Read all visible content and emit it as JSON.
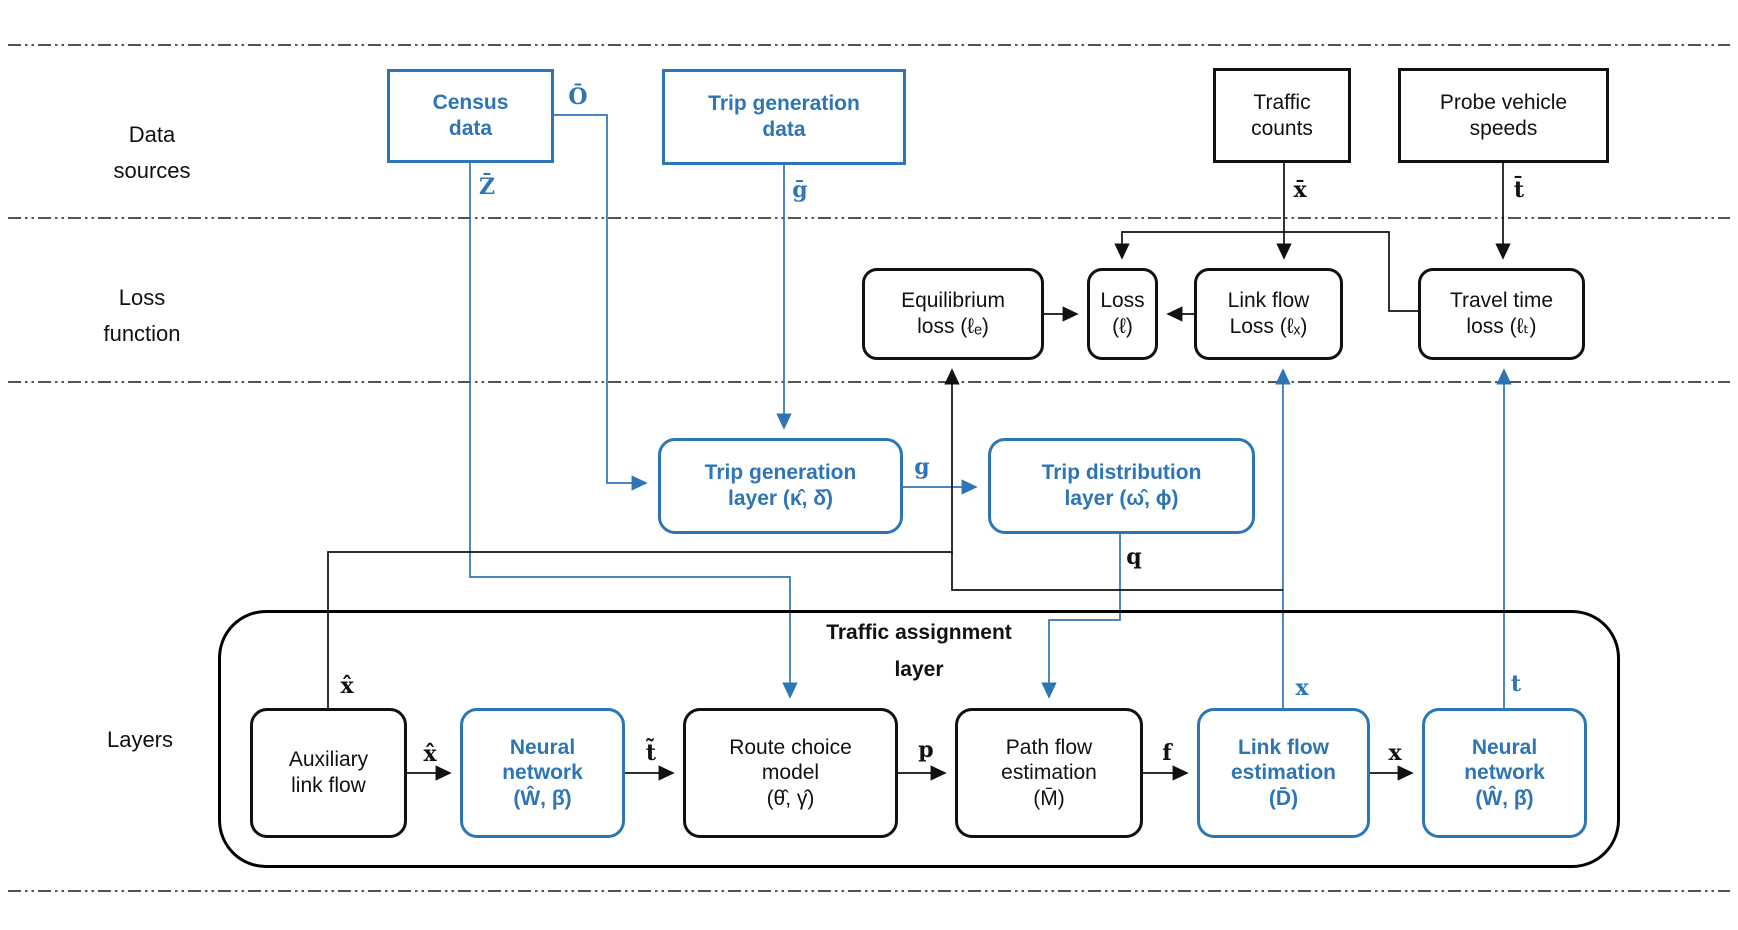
{
  "colors": {
    "accent_blue": "#2E75B6",
    "line_black": "#111111",
    "separator": "#3a3a3a",
    "background": "#ffffff"
  },
  "row_labels": {
    "data_sources": "Data\nsources",
    "loss_function": "Loss\nfunction",
    "layers": "Layers"
  },
  "data_sources": {
    "census": "Census\ndata",
    "trip_generation_data": "Trip generation\ndata",
    "traffic_counts": "Traffic\ncounts",
    "probe_vehicle_speeds": "Probe vehicle\nspeeds"
  },
  "loss_row": {
    "equilibrium_loss": "Equilibrium\nloss (ℓₑ)",
    "loss": "Loss\n(ℓ)",
    "link_flow_loss": "Link flow\nLoss (ℓₓ)",
    "travel_time_loss": "Travel time\nloss (ℓₜ)"
  },
  "mid_row": {
    "trip_generation_layer": "Trip generation\nlayer (κ̂, δ̂)",
    "trip_distribution_layer": "Trip distribution\nlayer (ω̂, ϕ)"
  },
  "assignment": {
    "title": "Traffic assignment\nlayer",
    "auxiliary_link_flow": "Auxiliary\nlink flow",
    "neural_network_1": "Neural\nnetwork\n(Ŵ, β̂)",
    "route_choice_model": "Route choice\nmodel\n(θ̂, γ̂)",
    "path_flow_estimation": "Path flow\nestimation\n(M̄)",
    "link_flow_estimation": "Link flow\nestimation\n(D̄)",
    "neural_network_2": "Neural\nnetwork\n(Ŵ, β̂)"
  },
  "edge_labels": {
    "O_bar": "Ō",
    "Z_bar": "Z̄",
    "g_bar": "ḡ",
    "x_bar": "x̄",
    "t_bar": "t̄",
    "g": "g",
    "q": "q",
    "x_hat_top": "x̂",
    "x_hat_mid": "x̂",
    "t_tilde": "t̃",
    "p": "p",
    "f": "f",
    "x_mid": "x",
    "x_up": "x",
    "t_up": "t"
  }
}
